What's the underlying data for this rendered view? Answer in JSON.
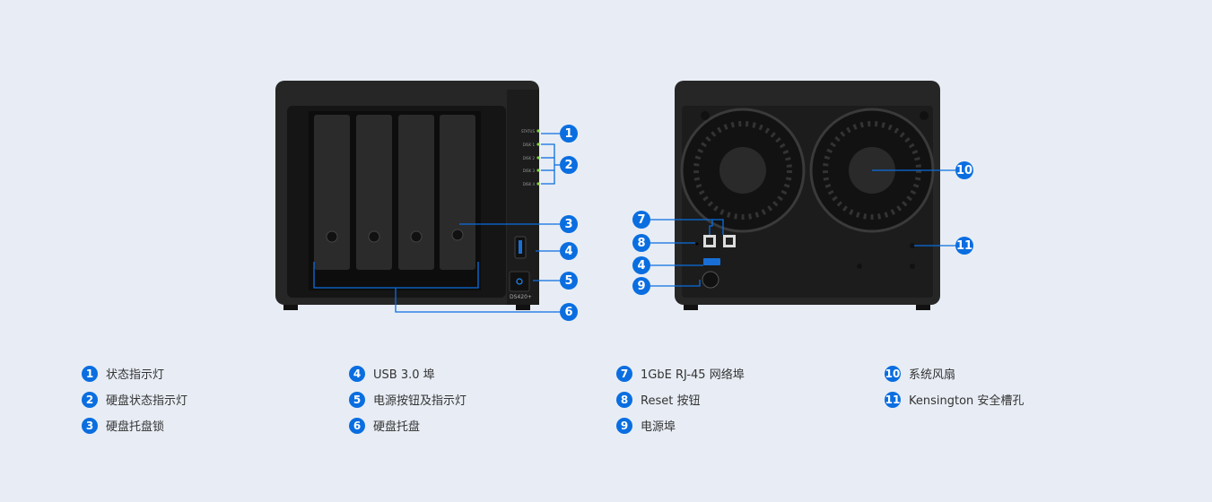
{
  "colors": {
    "accent": "#0a6ee0",
    "background": "#e8edf5",
    "device": "#1f1f1f",
    "led": "#7bd33b"
  },
  "front": {
    "led_labels": [
      "STATUS",
      "DISK 1",
      "DISK 2",
      "DISK 3",
      "DISK 4"
    ],
    "model": "DS420+"
  },
  "callouts": {
    "c1": "1",
    "c2": "2",
    "c3": "3",
    "c4": "4",
    "c5": "5",
    "c6": "6",
    "c7": "7",
    "c8": "8",
    "c4b": "4",
    "c9": "9",
    "c10": "10",
    "c11": "11"
  },
  "legend": [
    {
      "num": "1",
      "label": "状态指示灯"
    },
    {
      "num": "2",
      "label": "硬盘状态指示灯"
    },
    {
      "num": "3",
      "label": "硬盘托盘锁"
    },
    {
      "num": "4",
      "label": "USB 3.0 埠"
    },
    {
      "num": "5",
      "label": "电源按钮及指示灯"
    },
    {
      "num": "6",
      "label": "硬盘托盘"
    },
    {
      "num": "7",
      "label": "1GbE RJ-45 网络埠"
    },
    {
      "num": "8",
      "label": "Reset 按钮"
    },
    {
      "num": "9",
      "label": "电源埠"
    },
    {
      "num": "10",
      "label": "系统风扇"
    },
    {
      "num": "11",
      "label": "Kensington 安全槽孔"
    }
  ]
}
